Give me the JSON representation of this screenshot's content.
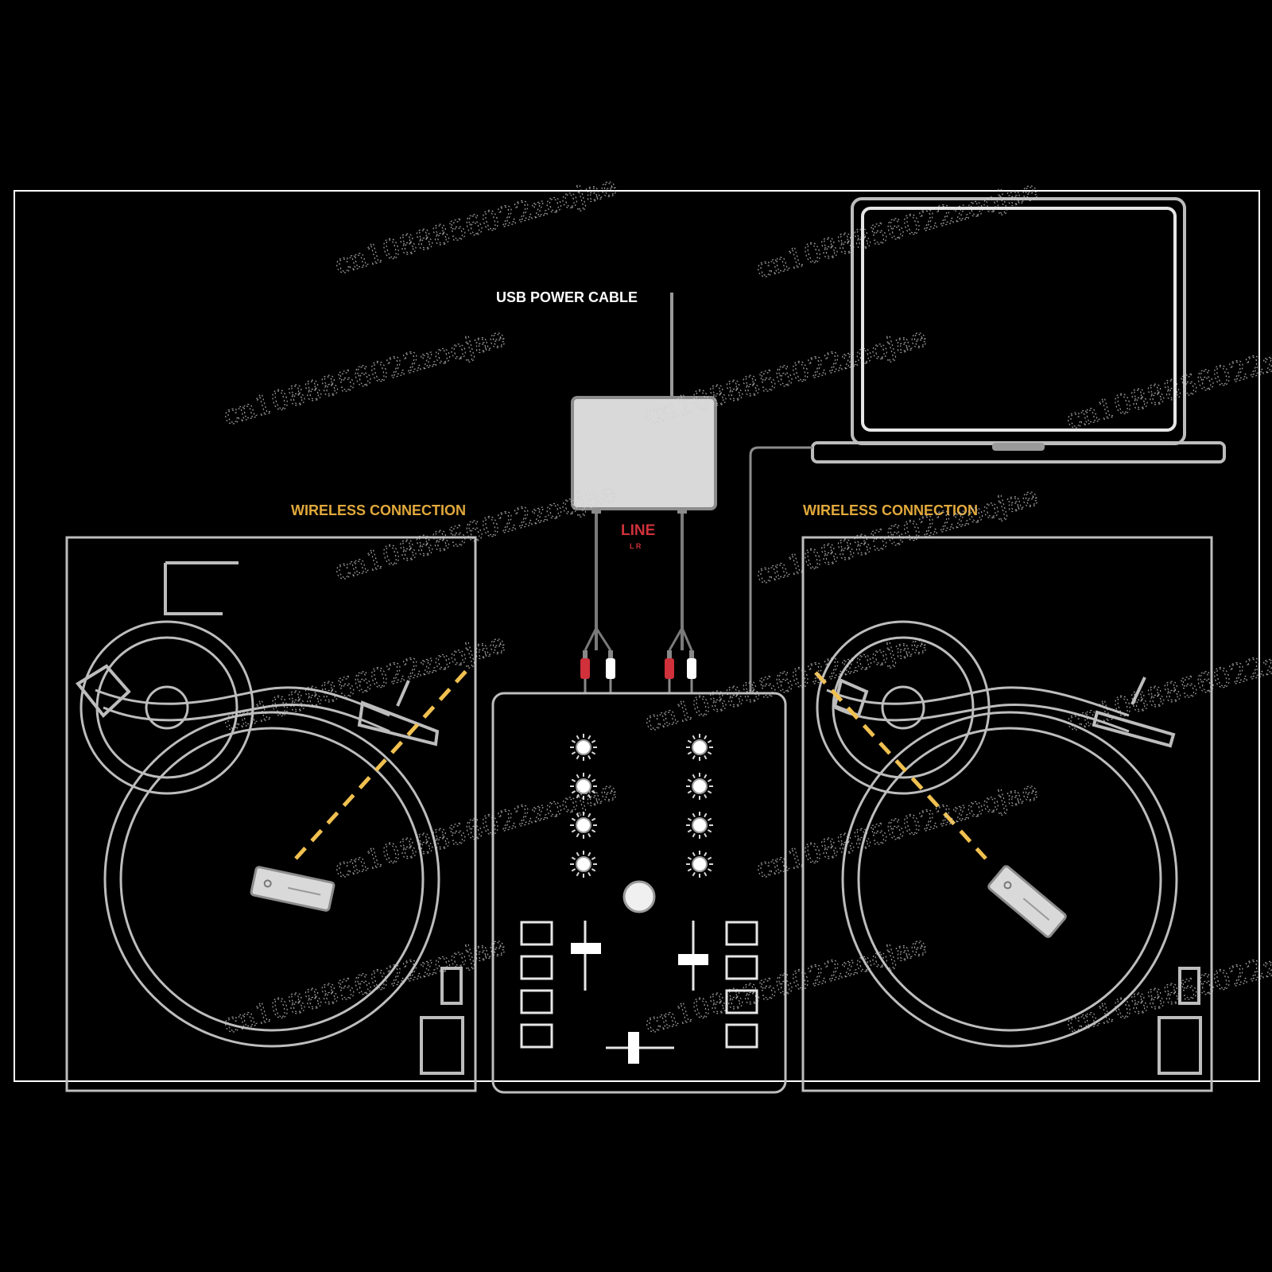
{
  "labels": {
    "usb_power_cable": "USB POWER CABLE",
    "wireless_left": "WIRELESS CONNECTION",
    "wireless_right": "WIRELESS CONNECTION",
    "line": "LINE",
    "line_sub": "L  R"
  },
  "watermark": "cn1088856022zoojae",
  "colors": {
    "background": "#000000",
    "outline": "#bdbdbd",
    "label_white": "#ffffff",
    "label_gold": "#e2a93b",
    "line_red": "#d0313a",
    "dashed_link": "#f0c050",
    "adapter_fill": "#d9d9d9"
  },
  "icons": {
    "left_turntable": "turntable-icon",
    "right_turntable": "turntable-icon",
    "mixer": "dj-mixer-icon",
    "laptop": "laptop-icon",
    "adapter": "wireless-receiver-icon"
  }
}
